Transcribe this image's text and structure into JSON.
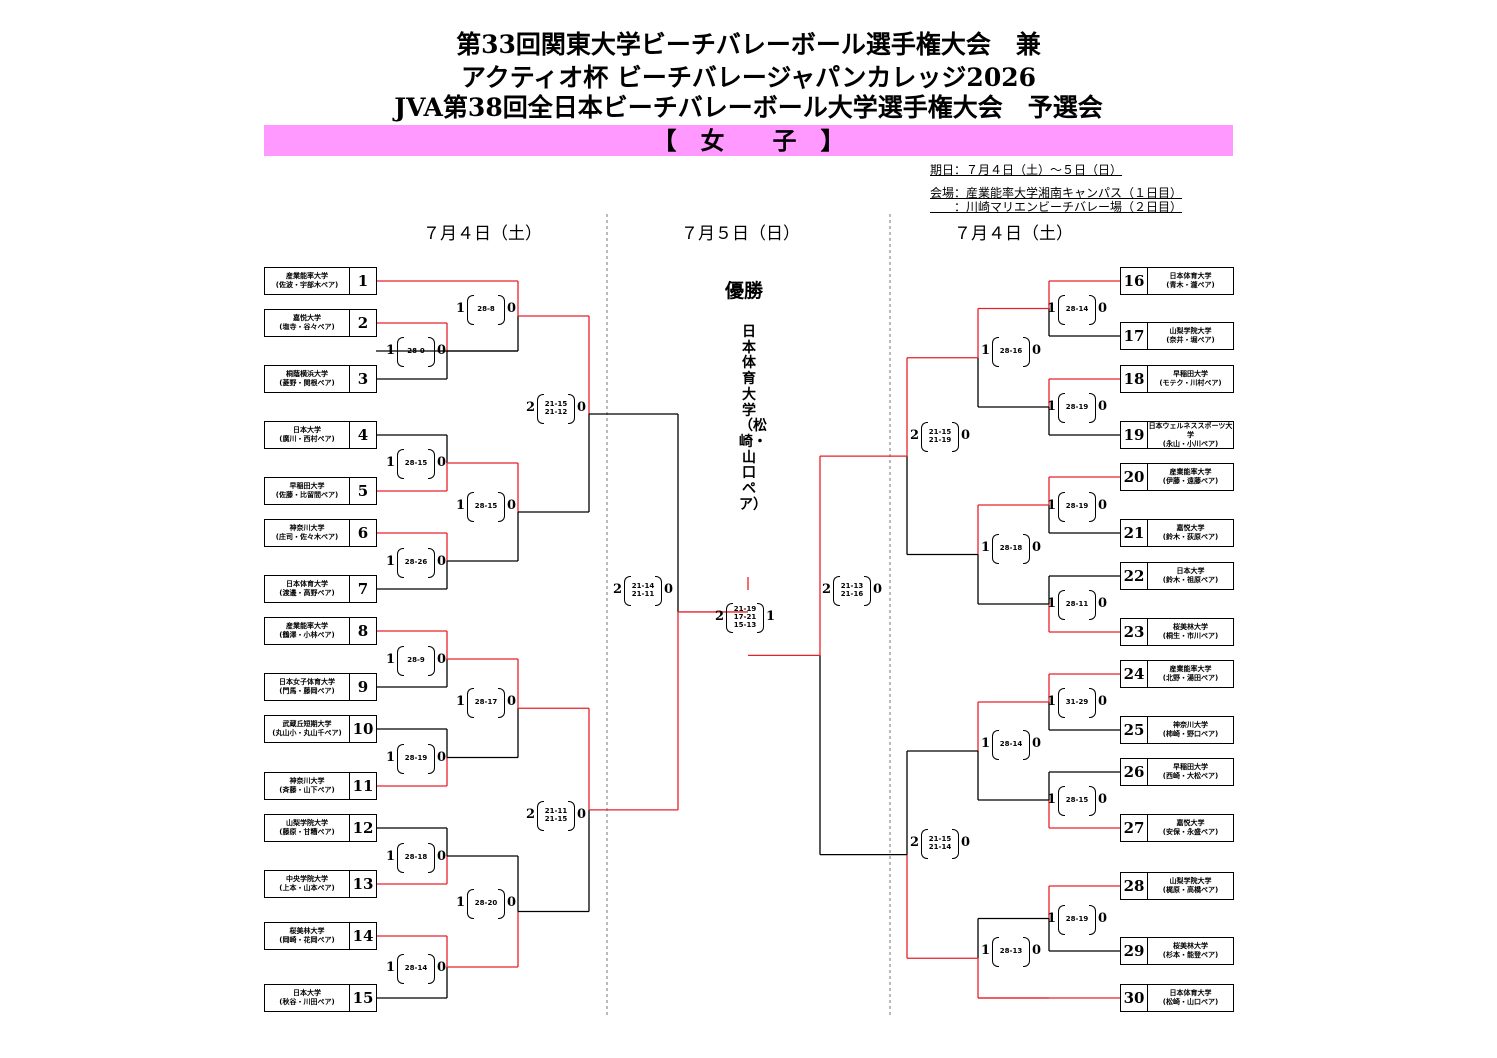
{
  "header": {
    "title_line1": "第33回関東大学ビーチバレーボール選手権大会　兼",
    "title_line2": "アクティオ杯 ビーチバレージャパンカレッジ2026",
    "title_line3": "JVA第38回全日本ビーチバレーボール大学選手権大会　予選会",
    "category": "【　女　　子　】",
    "date_info": "期日：７月４日（土）～５日（日）",
    "venue_line1": "会場：産業能率大学湘南キャンパス（１日目）",
    "venue_line2": "　　：川崎マリエンビーチバレー場（２日目）"
  },
  "days": {
    "left": "７月４日（土）",
    "center": "７月５日（日）",
    "right": "７月４日（土）"
  },
  "champion": {
    "label": "優勝",
    "team": "日本体育大学（松崎・山口ペア）"
  },
  "colors": {
    "win_line": "#e8202a",
    "lose_line": "#000000",
    "banner": "#ff99ff"
  },
  "teams": [
    {
      "seed": "1",
      "univ": "産業能率大学",
      "pair": "(佐波・宇部木ペア)"
    },
    {
      "seed": "2",
      "univ": "嘉悦大学",
      "pair": "(塩寺・谷々ペア)"
    },
    {
      "seed": "3",
      "univ": "桐蔭横浜大学",
      "pair": "(菱野・関根ペア)"
    },
    {
      "seed": "4",
      "univ": "日本大学",
      "pair": "(廣川・西村ペア)"
    },
    {
      "seed": "5",
      "univ": "早稲田大学",
      "pair": "(佐藤・比留間ペア)"
    },
    {
      "seed": "6",
      "univ": "神奈川大学",
      "pair": "(庄司・佐々木ペア)"
    },
    {
      "seed": "7",
      "univ": "日本体育大学",
      "pair": "(渡邊・高野ペア)"
    },
    {
      "seed": "8",
      "univ": "産業能率大学",
      "pair": "(鶴澤・小林ペア)"
    },
    {
      "seed": "9",
      "univ": "日本女子体育大学",
      "pair": "(門馬・藤岡ペア)"
    },
    {
      "seed": "10",
      "univ": "武蔵丘短期大学",
      "pair": "(丸山小・丸山千ペア)"
    },
    {
      "seed": "11",
      "univ": "神奈川大学",
      "pair": "(斉藤・山下ペア)"
    },
    {
      "seed": "12",
      "univ": "山梨学院大学",
      "pair": "(藤原・甘糟ペア)"
    },
    {
      "seed": "13",
      "univ": "中央学院大学",
      "pair": "(上本・山本ペア)"
    },
    {
      "seed": "14",
      "univ": "桜美林大学",
      "pair": "(岡崎・花岡ペア)"
    },
    {
      "seed": "15",
      "univ": "日本大学",
      "pair": "(秋谷・川田ペア)"
    },
    {
      "seed": "16",
      "univ": "日本体育大学",
      "pair": "(青木・瀧ペア)"
    },
    {
      "seed": "17",
      "univ": "山梨学院大学",
      "pair": "(奈井・堀ペア)"
    },
    {
      "seed": "18",
      "univ": "早稲田大学",
      "pair": "(モテク・川村ペア)"
    },
    {
      "seed": "19",
      "univ": "日本ウェルネススポーツ大学",
      "pair": "(永山・小川ペア)"
    },
    {
      "seed": "20",
      "univ": "産業能率大学",
      "pair": "(伊藤・遠藤ペア)"
    },
    {
      "seed": "21",
      "univ": "嘉悦大学",
      "pair": "(鈴木・荻原ペア)"
    },
    {
      "seed": "22",
      "univ": "日本大学",
      "pair": "(鈴木・祖原ペア)"
    },
    {
      "seed": "23",
      "univ": "桜美林大学",
      "pair": "(桐生・市川ペア)"
    },
    {
      "seed": "24",
      "univ": "産業能率大学",
      "pair": "(北野・湯田ペア)"
    },
    {
      "seed": "25",
      "univ": "神奈川大学",
      "pair": "(柿崎・野口ペア)"
    },
    {
      "seed": "26",
      "univ": "早稲田大学",
      "pair": "(西崎・大松ペア)"
    },
    {
      "seed": "27",
      "univ": "嘉悦大学",
      "pair": "(安保・永盛ペア)"
    },
    {
      "seed": "28",
      "univ": "山梨学院大学",
      "pair": "(梶原・高橋ペア)"
    },
    {
      "seed": "29",
      "univ": "桜美林大学",
      "pair": "(杉本・能登ペア)"
    },
    {
      "seed": "30",
      "univ": "日本体育大学",
      "pair": "(松崎・山口ペア)"
    }
  ],
  "matches": [
    {
      "w": "1",
      "sets": "28-8",
      "l": "0"
    },
    {
      "w": "1",
      "sets": "28-0",
      "l": "0"
    },
    {
      "w": "2",
      "sets": "21-15\n21-12",
      "l": "0"
    },
    {
      "w": "1",
      "sets": "28-15",
      "l": "0"
    },
    {
      "w": "1",
      "sets": "28-15",
      "l": "0"
    },
    {
      "w": "1",
      "sets": "28-26",
      "l": "0"
    },
    {
      "w": "2",
      "sets": "21-14\n21-11",
      "l": "0"
    },
    {
      "w": "1",
      "sets": "28-9",
      "l": "0"
    },
    {
      "w": "1",
      "sets": "28-17",
      "l": "0"
    },
    {
      "w": "1",
      "sets": "28-19",
      "l": "0"
    },
    {
      "w": "2",
      "sets": "21-11\n21-15",
      "l": "0"
    },
    {
      "w": "1",
      "sets": "28-18",
      "l": "0"
    },
    {
      "w": "1",
      "sets": "28-20",
      "l": "0"
    },
    {
      "w": "1",
      "sets": "28-14",
      "l": "0"
    },
    {
      "w": "2",
      "sets": "21-19\n17-21\n15-13",
      "l": "1"
    },
    {
      "w": "1",
      "sets": "28-14",
      "l": "0"
    },
    {
      "w": "1",
      "sets": "28-16",
      "l": "0"
    },
    {
      "w": "1",
      "sets": "28-19",
      "l": "0"
    },
    {
      "w": "2",
      "sets": "21-15\n21-19",
      "l": "0"
    },
    {
      "w": "1",
      "sets": "28-19",
      "l": "0"
    },
    {
      "w": "1",
      "sets": "28-18",
      "l": "0"
    },
    {
      "w": "1",
      "sets": "28-11",
      "l": "0"
    },
    {
      "w": "2",
      "sets": "21-13\n21-16",
      "l": "0"
    },
    {
      "w": "1",
      "sets": "31-29",
      "l": "0"
    },
    {
      "w": "1",
      "sets": "28-14",
      "l": "0"
    },
    {
      "w": "1",
      "sets": "28-15",
      "l": "0"
    },
    {
      "w": "2",
      "sets": "21-15\n21-14",
      "l": "0"
    },
    {
      "w": "1",
      "sets": "28-19",
      "l": "0"
    },
    {
      "w": "1",
      "sets": "28-13",
      "l": "0"
    }
  ]
}
